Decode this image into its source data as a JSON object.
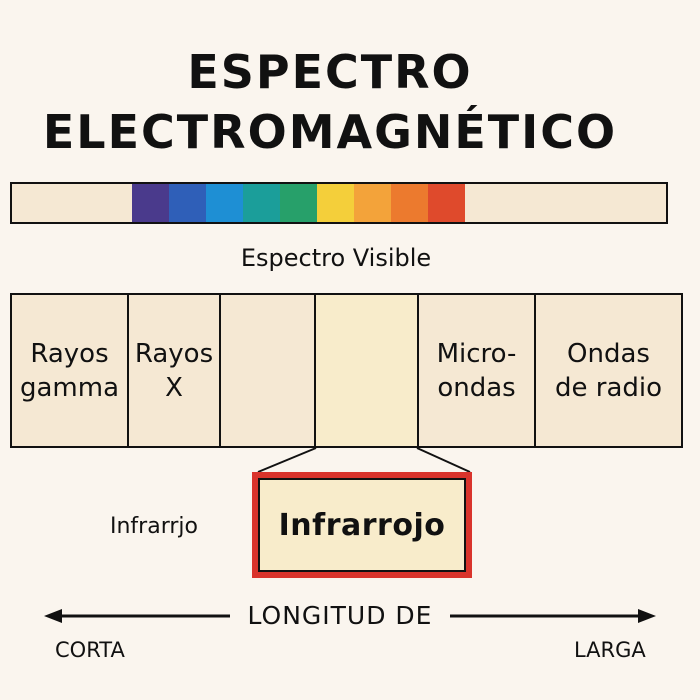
{
  "title": {
    "line1": "ESPECTRO",
    "line2": "ELECTROMAGNÉTICO"
  },
  "visible_spectrum": {
    "label": "Espectro Visible",
    "colors": [
      "#4a3a8c",
      "#2f5fb8",
      "#1e8fd4",
      "#1b9e9a",
      "#27a06a",
      "#f4cf3a",
      "#f3a33a",
      "#ec7a2e",
      "#df4a2c"
    ]
  },
  "bands": [
    {
      "label": "Rayos\ngamma"
    },
    {
      "label": "Rayos\nX"
    },
    {
      "label": ""
    },
    {
      "label": ""
    },
    {
      "label": "Micro-\nondas"
    },
    {
      "label": "Ondas\nde radio"
    }
  ],
  "infrared": {
    "box_label": "Infrarrojo",
    "side_label": "Infrarrjo",
    "border_color": "#d9332b"
  },
  "axis": {
    "label": "LONGITUD DE",
    "left_label": "CORTA",
    "right_label": "LARGA"
  }
}
